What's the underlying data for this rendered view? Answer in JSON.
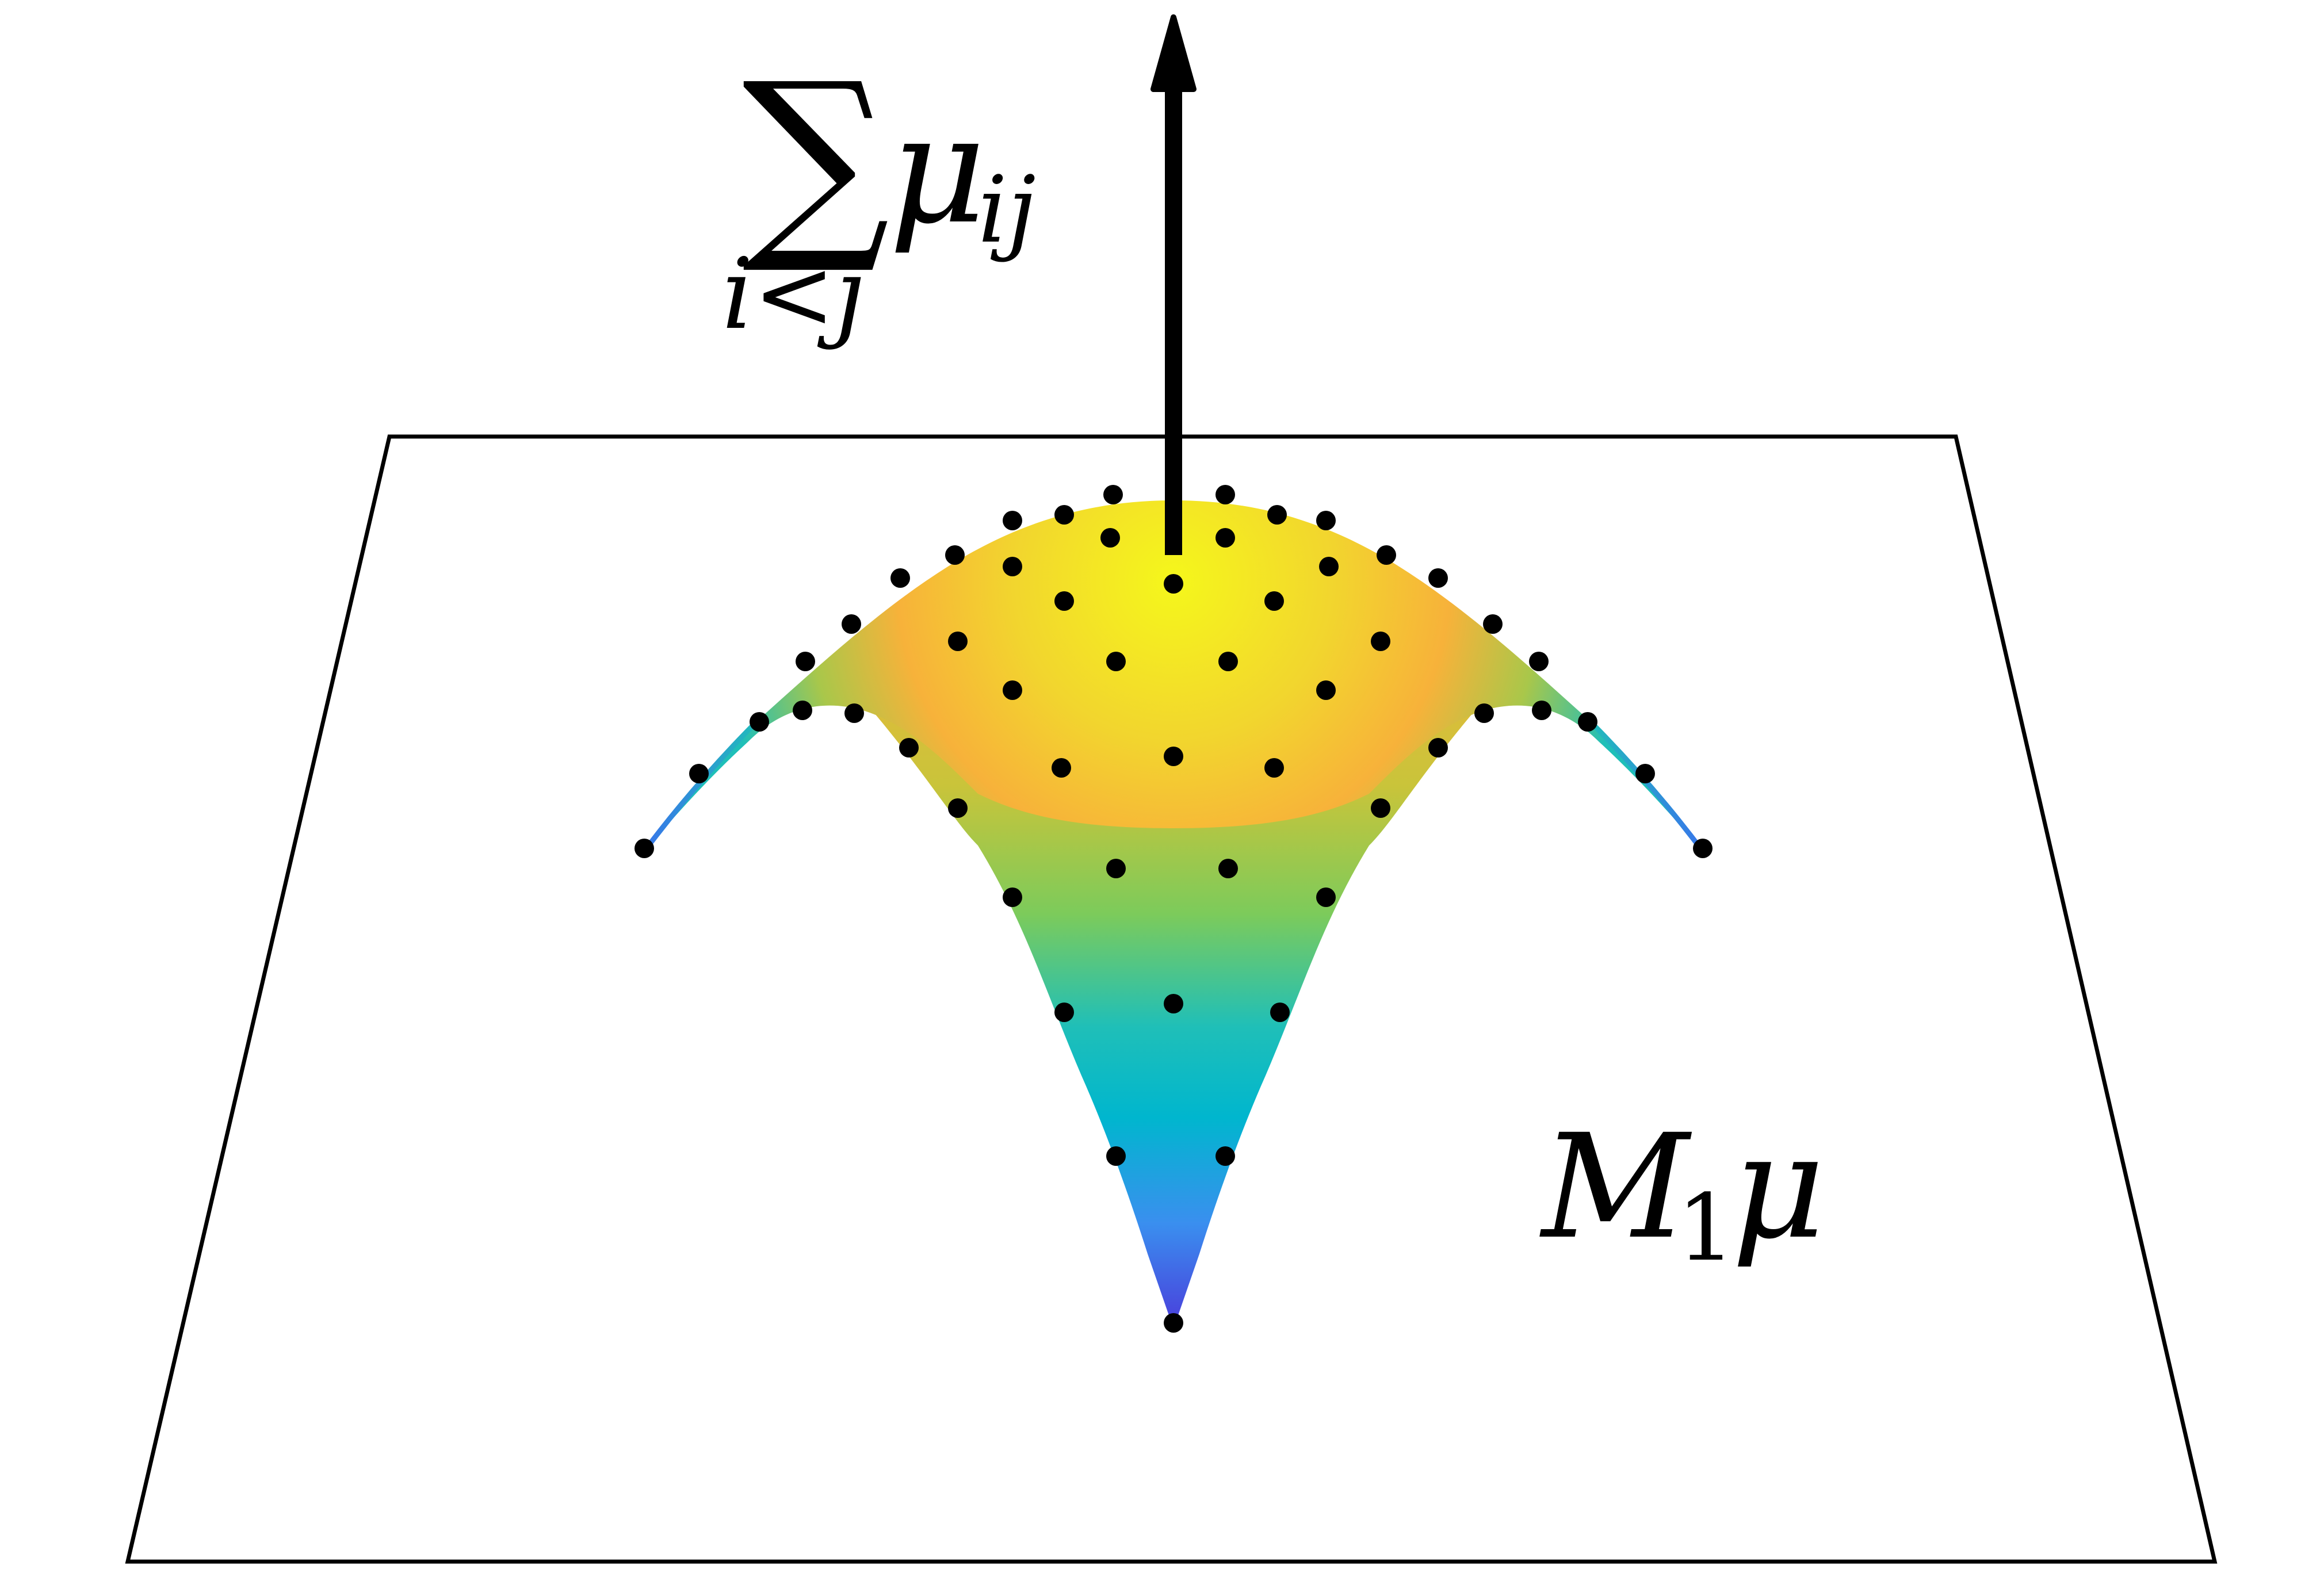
{
  "labels": {
    "sum_symbol": "∑",
    "sum_term": "μ",
    "sum_term_subscript": "ij",
    "sum_index": "i<j",
    "plane_label_main": "M",
    "plane_label_subscript": "1",
    "plane_label_var": "μ"
  },
  "colors": {
    "ink": "#000000",
    "surface_peak": "#F5F71B",
    "surface_orange": "#F7B23A",
    "surface_green": "#7CCB5B",
    "surface_teal": "#1FBFB8",
    "surface_cyan": "#00B6CE",
    "surface_blue": "#3A8FEF",
    "surface_violet": "#4A3CDB"
  }
}
